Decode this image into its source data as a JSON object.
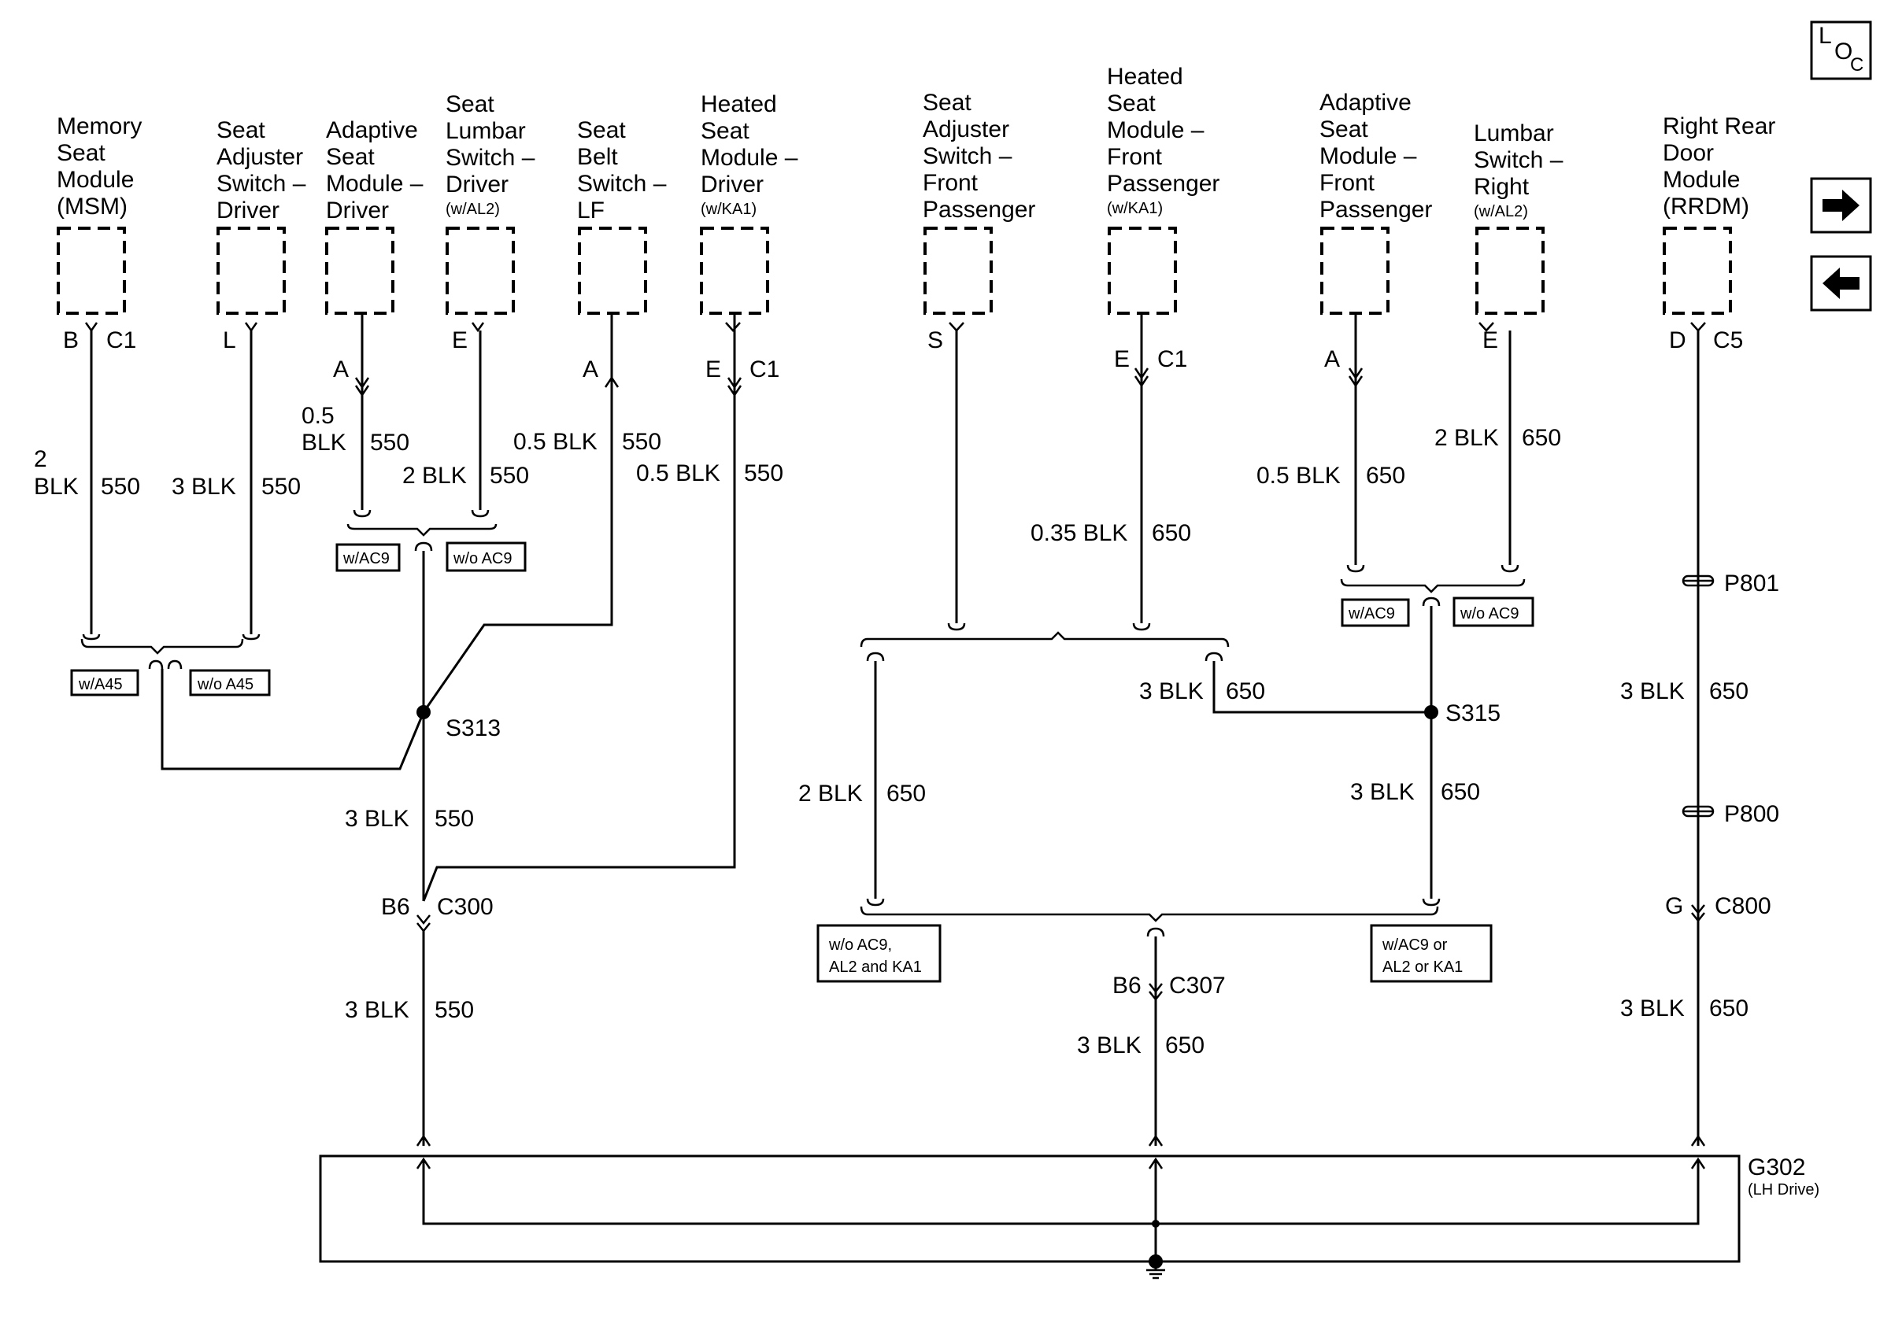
{
  "components": [
    {
      "id": "msm",
      "lines": [
        "Memory",
        "Seat",
        "Module",
        "(MSM)"
      ],
      "note": "",
      "pin": "B",
      "connector": "C1"
    },
    {
      "id": "sas_driver",
      "lines": [
        "Seat",
        "Adjuster",
        "Switch –",
        "Driver"
      ],
      "note": "",
      "pin": "L",
      "connector": ""
    },
    {
      "id": "asm_driver",
      "lines": [
        "Adaptive",
        "Seat",
        "Module –",
        "Driver"
      ],
      "note": "",
      "pin": "A",
      "connector": ""
    },
    {
      "id": "lumbar_driver",
      "lines": [
        "Seat",
        "Lumbar",
        "Switch –",
        "Driver"
      ],
      "note": "(w/AL2)",
      "pin": "E",
      "connector": ""
    },
    {
      "id": "belt_lf",
      "lines": [
        "Seat",
        "Belt",
        "Switch –",
        "LF"
      ],
      "note": "",
      "pin": "A",
      "connector": ""
    },
    {
      "id": "hsm_driver",
      "lines": [
        "Heated",
        "Seat",
        "Module –",
        "Driver"
      ],
      "note": "(w/KA1)",
      "pin": "E",
      "connector": "C1"
    },
    {
      "id": "sas_pass",
      "lines": [
        "Seat",
        "Adjuster",
        "Switch –",
        "Front",
        "Passenger"
      ],
      "note": "",
      "pin": "S",
      "connector": ""
    },
    {
      "id": "hsm_pass",
      "lines": [
        "Heated",
        "Seat",
        "Module –",
        "Front",
        "Passenger"
      ],
      "note": "(w/KA1)",
      "pin": "E",
      "connector": "C1"
    },
    {
      "id": "asm_pass",
      "lines": [
        "Adaptive",
        "Seat",
        "Module –",
        "Front",
        "Passenger"
      ],
      "note": "",
      "pin": "A",
      "connector": ""
    },
    {
      "id": "lumbar_right",
      "lines": [
        "Lumbar",
        "Switch –",
        "Right"
      ],
      "note": "(w/AL2)",
      "pin": "E",
      "connector": ""
    },
    {
      "id": "rrdm",
      "lines": [
        "Right Rear",
        "Door",
        "Module",
        "(RRDM)"
      ],
      "note": "",
      "pin": "D",
      "connector": "C5"
    }
  ],
  "wires": {
    "msm": {
      "size": "2",
      "color": "BLK",
      "circuit": "550"
    },
    "sas_driver": {
      "size": "3",
      "color": "BLK",
      "circuit": "550"
    },
    "asm_driver": {
      "size": "0.5",
      "color": "BLK",
      "circuit": "550"
    },
    "lumbar_driver": {
      "size": "2",
      "color": "BLK",
      "circuit": "550"
    },
    "belt_lf": {
      "size": "0.5",
      "color": "BLK",
      "circuit": "550"
    },
    "hsm_driver": {
      "size": "0.5",
      "color": "BLK",
      "circuit": "550"
    },
    "s313_out": {
      "size": "3",
      "color": "BLK",
      "circuit": "550"
    },
    "c300_out": {
      "size": "3",
      "color": "BLK",
      "circuit": "550"
    },
    "hsm_pass": {
      "size": "0.35",
      "color": "BLK",
      "circuit": "650"
    },
    "asm_pass": {
      "size": "0.5",
      "color": "BLK",
      "circuit": "650"
    },
    "lumbar_right": {
      "size": "2",
      "color": "BLK",
      "circuit": "650"
    },
    "s315_left": {
      "size": "3",
      "color": "BLK",
      "circuit": "650"
    },
    "left_drop": {
      "size": "2",
      "color": "BLK",
      "circuit": "650"
    },
    "s315_down": {
      "size": "3",
      "color": "BLK",
      "circuit": "650"
    },
    "c307_out": {
      "size": "3",
      "color": "BLK",
      "circuit": "650"
    },
    "p801_p800": {
      "size": "3",
      "color": "BLK",
      "circuit": "650"
    },
    "c800_out": {
      "size": "3",
      "color": "BLK",
      "circuit": "650"
    }
  },
  "options": {
    "w_a45": "w/A45",
    "wo_a45": "w/o A45",
    "w_ac9_l": "w/AC9",
    "wo_ac9_l": "w/o AC9",
    "w_ac9_r": "w/AC9",
    "wo_ac9_r": "w/o AC9",
    "wo_ac9_al2_ka1": [
      "w/o  AC9,",
      "AL2 and KA1"
    ],
    "w_ac9_or": [
      "w/AC9 or",
      "AL2 or KA1"
    ]
  },
  "splices": {
    "s313": "S313",
    "s315": "S315"
  },
  "connectors": {
    "c300": {
      "pin": "B6",
      "name": "C300"
    },
    "c307": {
      "pin": "B6",
      "name": "C307"
    },
    "c800": {
      "pin": "G",
      "name": "C800"
    },
    "p801": "P801",
    "p800": "P800"
  },
  "ground": {
    "name": "G302",
    "note": "(LH Drive)"
  },
  "nav": {
    "loc_label": "LOC",
    "next_icon": "right-arrow-icon",
    "prev_icon": "left-arrow-icon"
  }
}
